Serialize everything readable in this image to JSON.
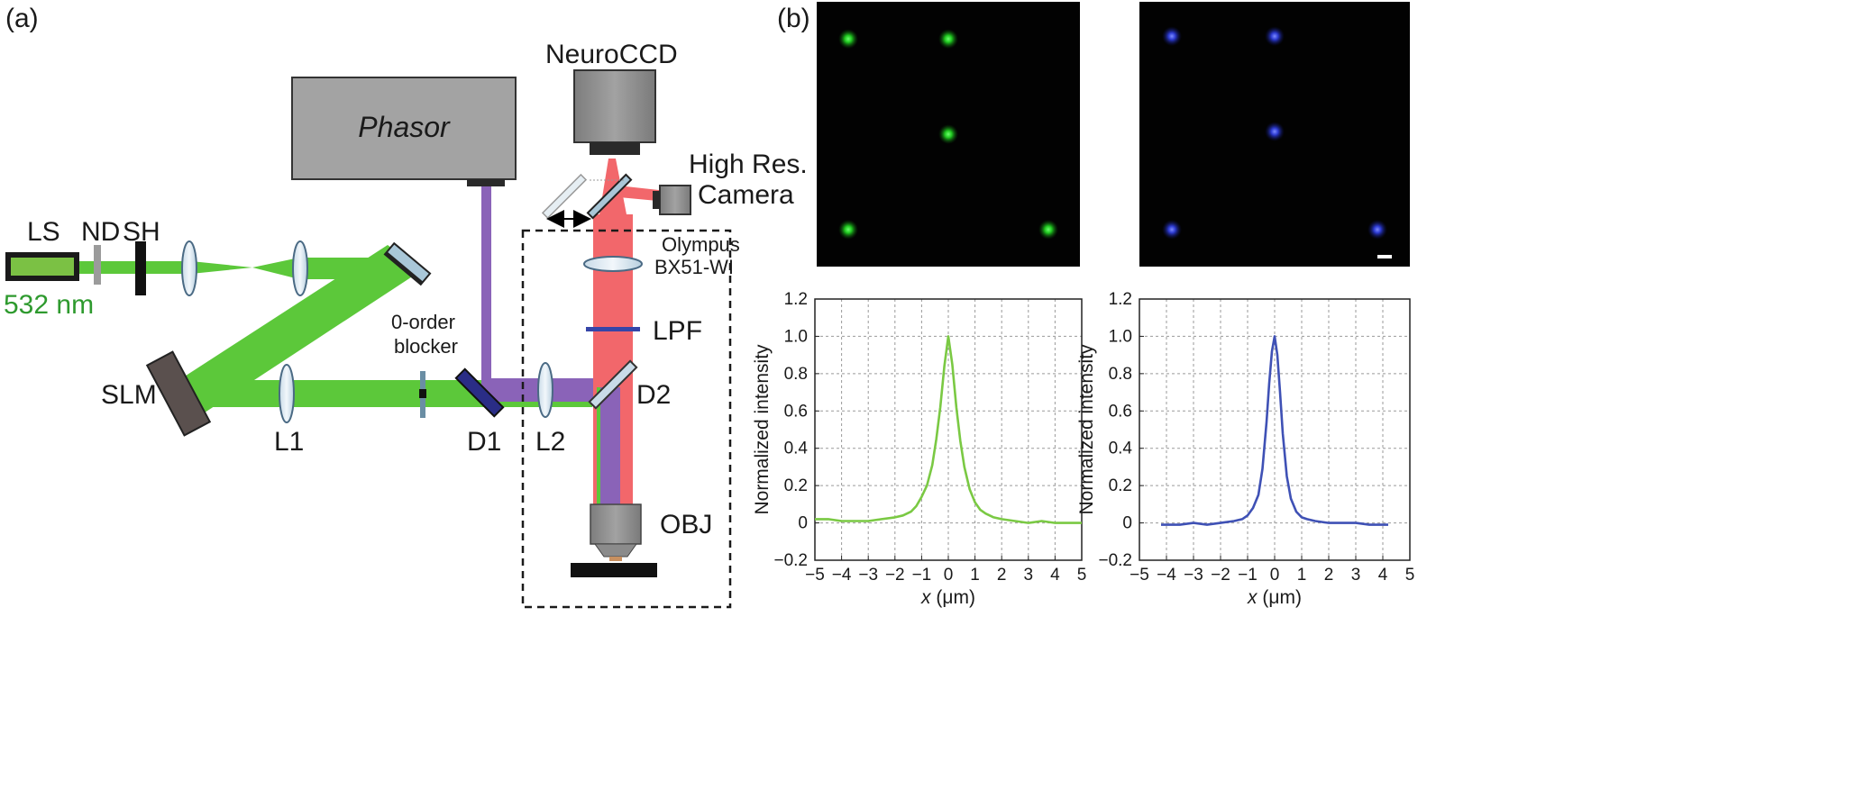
{
  "panel_a": {
    "label": "(a)",
    "laser_label": "LS",
    "wavelength": "532 nm",
    "nd_label": "ND",
    "shutter_label": "SH",
    "slm_label": "SLM",
    "l1_label": "L1",
    "l2_label": "L2",
    "d1_label": "D1",
    "d2_label": "D2",
    "blocker_label_line1": "0-order",
    "blocker_label_line2": "blocker",
    "phasor_label": "Phasor",
    "neuroccd_label": "NeuroCCD",
    "camera_label_line1": "High Res.",
    "camera_label_line2": "Camera",
    "microscope_label_line1": "Olympus",
    "microscope_label_line2": "BX51-WI",
    "lpf_label": "LPF",
    "obj_label": "OBJ",
    "colors": {
      "green_beam": "#5cc83a",
      "purple_beam": "#8a63b8",
      "red_beam": "#f2676b",
      "wavelength_text": "#2e9a2e"
    }
  },
  "panel_b": {
    "label": "(b)",
    "images": [
      {
        "color": "#2fd62f",
        "spots": [
          [
            0.12,
            0.14
          ],
          [
            0.5,
            0.14
          ],
          [
            0.5,
            0.5
          ],
          [
            0.12,
            0.86
          ],
          [
            0.88,
            0.86
          ]
        ]
      },
      {
        "color": "#3848e0",
        "spots": [
          [
            0.12,
            0.13
          ],
          [
            0.5,
            0.13
          ],
          [
            0.5,
            0.49
          ],
          [
            0.12,
            0.86
          ],
          [
            0.88,
            0.86
          ]
        ]
      }
    ]
  },
  "chart_data": [
    {
      "type": "line",
      "xlabel": "x (μm)",
      "ylabel": "Normalized intensity",
      "xlim": [
        -5,
        5
      ],
      "ylim": [
        -0.2,
        1.2
      ],
      "xticks": [
        "−5",
        "−4",
        "−3",
        "−2",
        "−1",
        "0",
        "1",
        "2",
        "3",
        "4",
        "5"
      ],
      "yticks": [
        "−0.2",
        "0",
        "0.2",
        "0.4",
        "0.6",
        "0.8",
        "1.0",
        "1.2"
      ],
      "grid": true,
      "color": "#7ac943",
      "series": [
        {
          "x": [
            -5,
            -4.5,
            -4,
            -3.5,
            -3,
            -2.5,
            -2,
            -1.7,
            -1.4,
            -1.2,
            -1.0,
            -0.8,
            -0.6,
            -0.45,
            -0.3,
            -0.15,
            0,
            0.15,
            0.3,
            0.45,
            0.6,
            0.8,
            1.0,
            1.2,
            1.4,
            1.7,
            2,
            2.5,
            3,
            3.5,
            4,
            4.5,
            5
          ],
          "y": [
            0.02,
            0.02,
            0.01,
            0.01,
            0.01,
            0.02,
            0.03,
            0.04,
            0.06,
            0.09,
            0.14,
            0.2,
            0.31,
            0.45,
            0.62,
            0.84,
            1.0,
            0.85,
            0.62,
            0.44,
            0.3,
            0.18,
            0.11,
            0.07,
            0.05,
            0.03,
            0.02,
            0.01,
            0.0,
            0.01,
            0.0,
            0.0,
            0.0
          ]
        }
      ]
    },
    {
      "type": "line",
      "xlabel": "x (μm)",
      "ylabel": "Normalized intensity",
      "xlim": [
        -5,
        5
      ],
      "ylim": [
        -0.2,
        1.2
      ],
      "xticks": [
        "−5",
        "−4",
        "−3",
        "−2",
        "−1",
        "0",
        "1",
        "2",
        "3",
        "4",
        "5"
      ],
      "yticks": [
        "−0.2",
        "0",
        "0.2",
        "0.4",
        "0.6",
        "0.8",
        "1.0",
        "1.2"
      ],
      "grid": true,
      "color": "#3f51b5",
      "series": [
        {
          "x": [
            -4.2,
            -3.5,
            -3,
            -2.5,
            -2,
            -1.5,
            -1.2,
            -1.0,
            -0.8,
            -0.6,
            -0.45,
            -0.3,
            -0.2,
            -0.1,
            0,
            0.1,
            0.2,
            0.3,
            0.45,
            0.6,
            0.8,
            1.0,
            1.2,
            1.5,
            2,
            2.5,
            3,
            3.5,
            4.2
          ],
          "y": [
            -0.01,
            -0.01,
            0.0,
            -0.01,
            0.0,
            0.01,
            0.02,
            0.04,
            0.08,
            0.15,
            0.29,
            0.54,
            0.75,
            0.92,
            1.0,
            0.9,
            0.7,
            0.48,
            0.25,
            0.13,
            0.06,
            0.03,
            0.02,
            0.01,
            0.0,
            0.0,
            0.0,
            -0.01,
            -0.01
          ]
        }
      ]
    }
  ]
}
